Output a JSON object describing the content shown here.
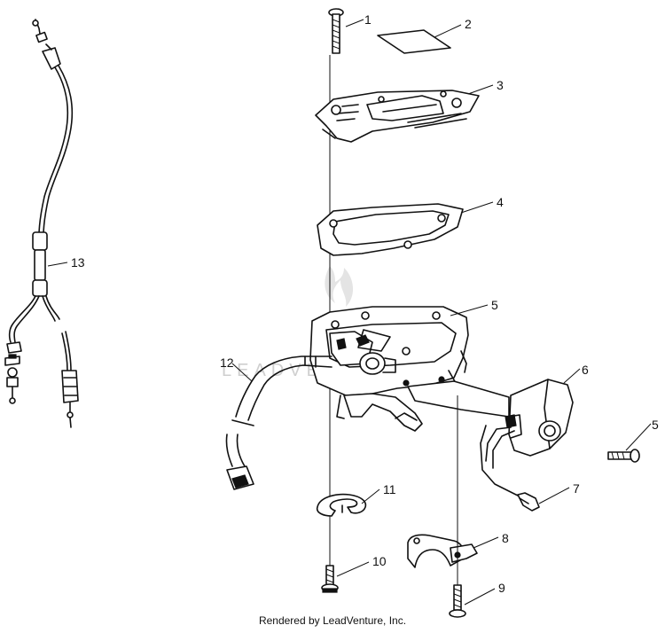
{
  "callouts": {
    "c1": "1",
    "c2": "2",
    "c3": "3",
    "c4": "4",
    "c5": "5",
    "c5b": "5",
    "c6": "6",
    "c7": "7",
    "c8": "8",
    "c9": "9",
    "c10": "10",
    "c11": "11",
    "c12": "12",
    "c13": "13"
  },
  "watermark": {
    "brand": "LEADVENTURE"
  },
  "footer": {
    "text": "Rendered by LeadVenture, Inc."
  }
}
